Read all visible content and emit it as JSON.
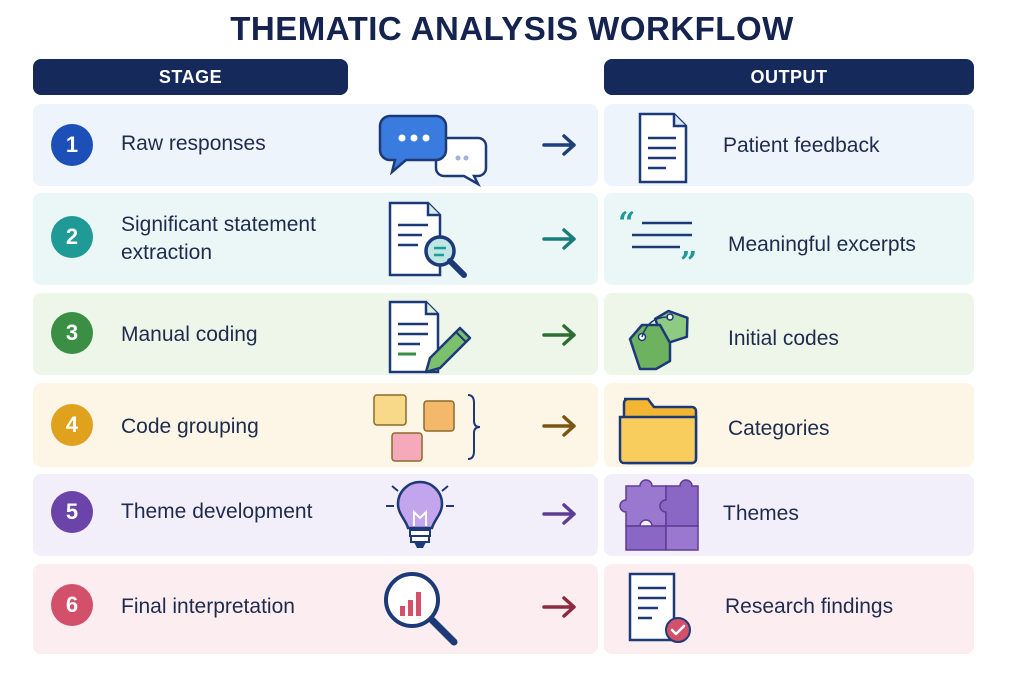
{
  "title": "THEMATIC ANALYSIS WORKFLOW",
  "headers": {
    "stage": "STAGE",
    "output": "OUTPUT"
  },
  "rows": [
    {
      "number": "1",
      "stage": "Raw responses",
      "output": "Patient feedback",
      "stage_icon": "chat-bubbles-icon",
      "output_icon": "document-icon",
      "accent": "#1d4fb8",
      "background": "#eef4fc"
    },
    {
      "number": "2",
      "stage": "Significant statement\nextraction",
      "output": "Meaningful excerpts",
      "stage_icon": "document-magnifier-icon",
      "output_icon": "quote-icon",
      "accent": "#1f9a97",
      "background": "#eaf7f6"
    },
    {
      "number": "3",
      "stage": "Manual coding",
      "output": "Initial codes",
      "stage_icon": "document-pencil-icon",
      "output_icon": "tags-icon",
      "accent": "#3b8f45",
      "background": "#eef6ea"
    },
    {
      "number": "4",
      "stage": "Code grouping",
      "output": "Categories",
      "stage_icon": "grouped-squares-icon",
      "output_icon": "folder-icon",
      "accent": "#e0a21c",
      "background": "#fdf6e7"
    },
    {
      "number": "5",
      "stage": "Theme development",
      "output": "Themes",
      "stage_icon": "lightbulb-icon",
      "output_icon": "puzzle-icon",
      "accent": "#6a44a8",
      "background": "#f3effa"
    },
    {
      "number": "6",
      "stage": "Final interpretation",
      "output": "Research findings",
      "stage_icon": "magnifier-chart-icon",
      "output_icon": "report-check-icon",
      "accent": "#d3506a",
      "background": "#fcedf0"
    }
  ]
}
